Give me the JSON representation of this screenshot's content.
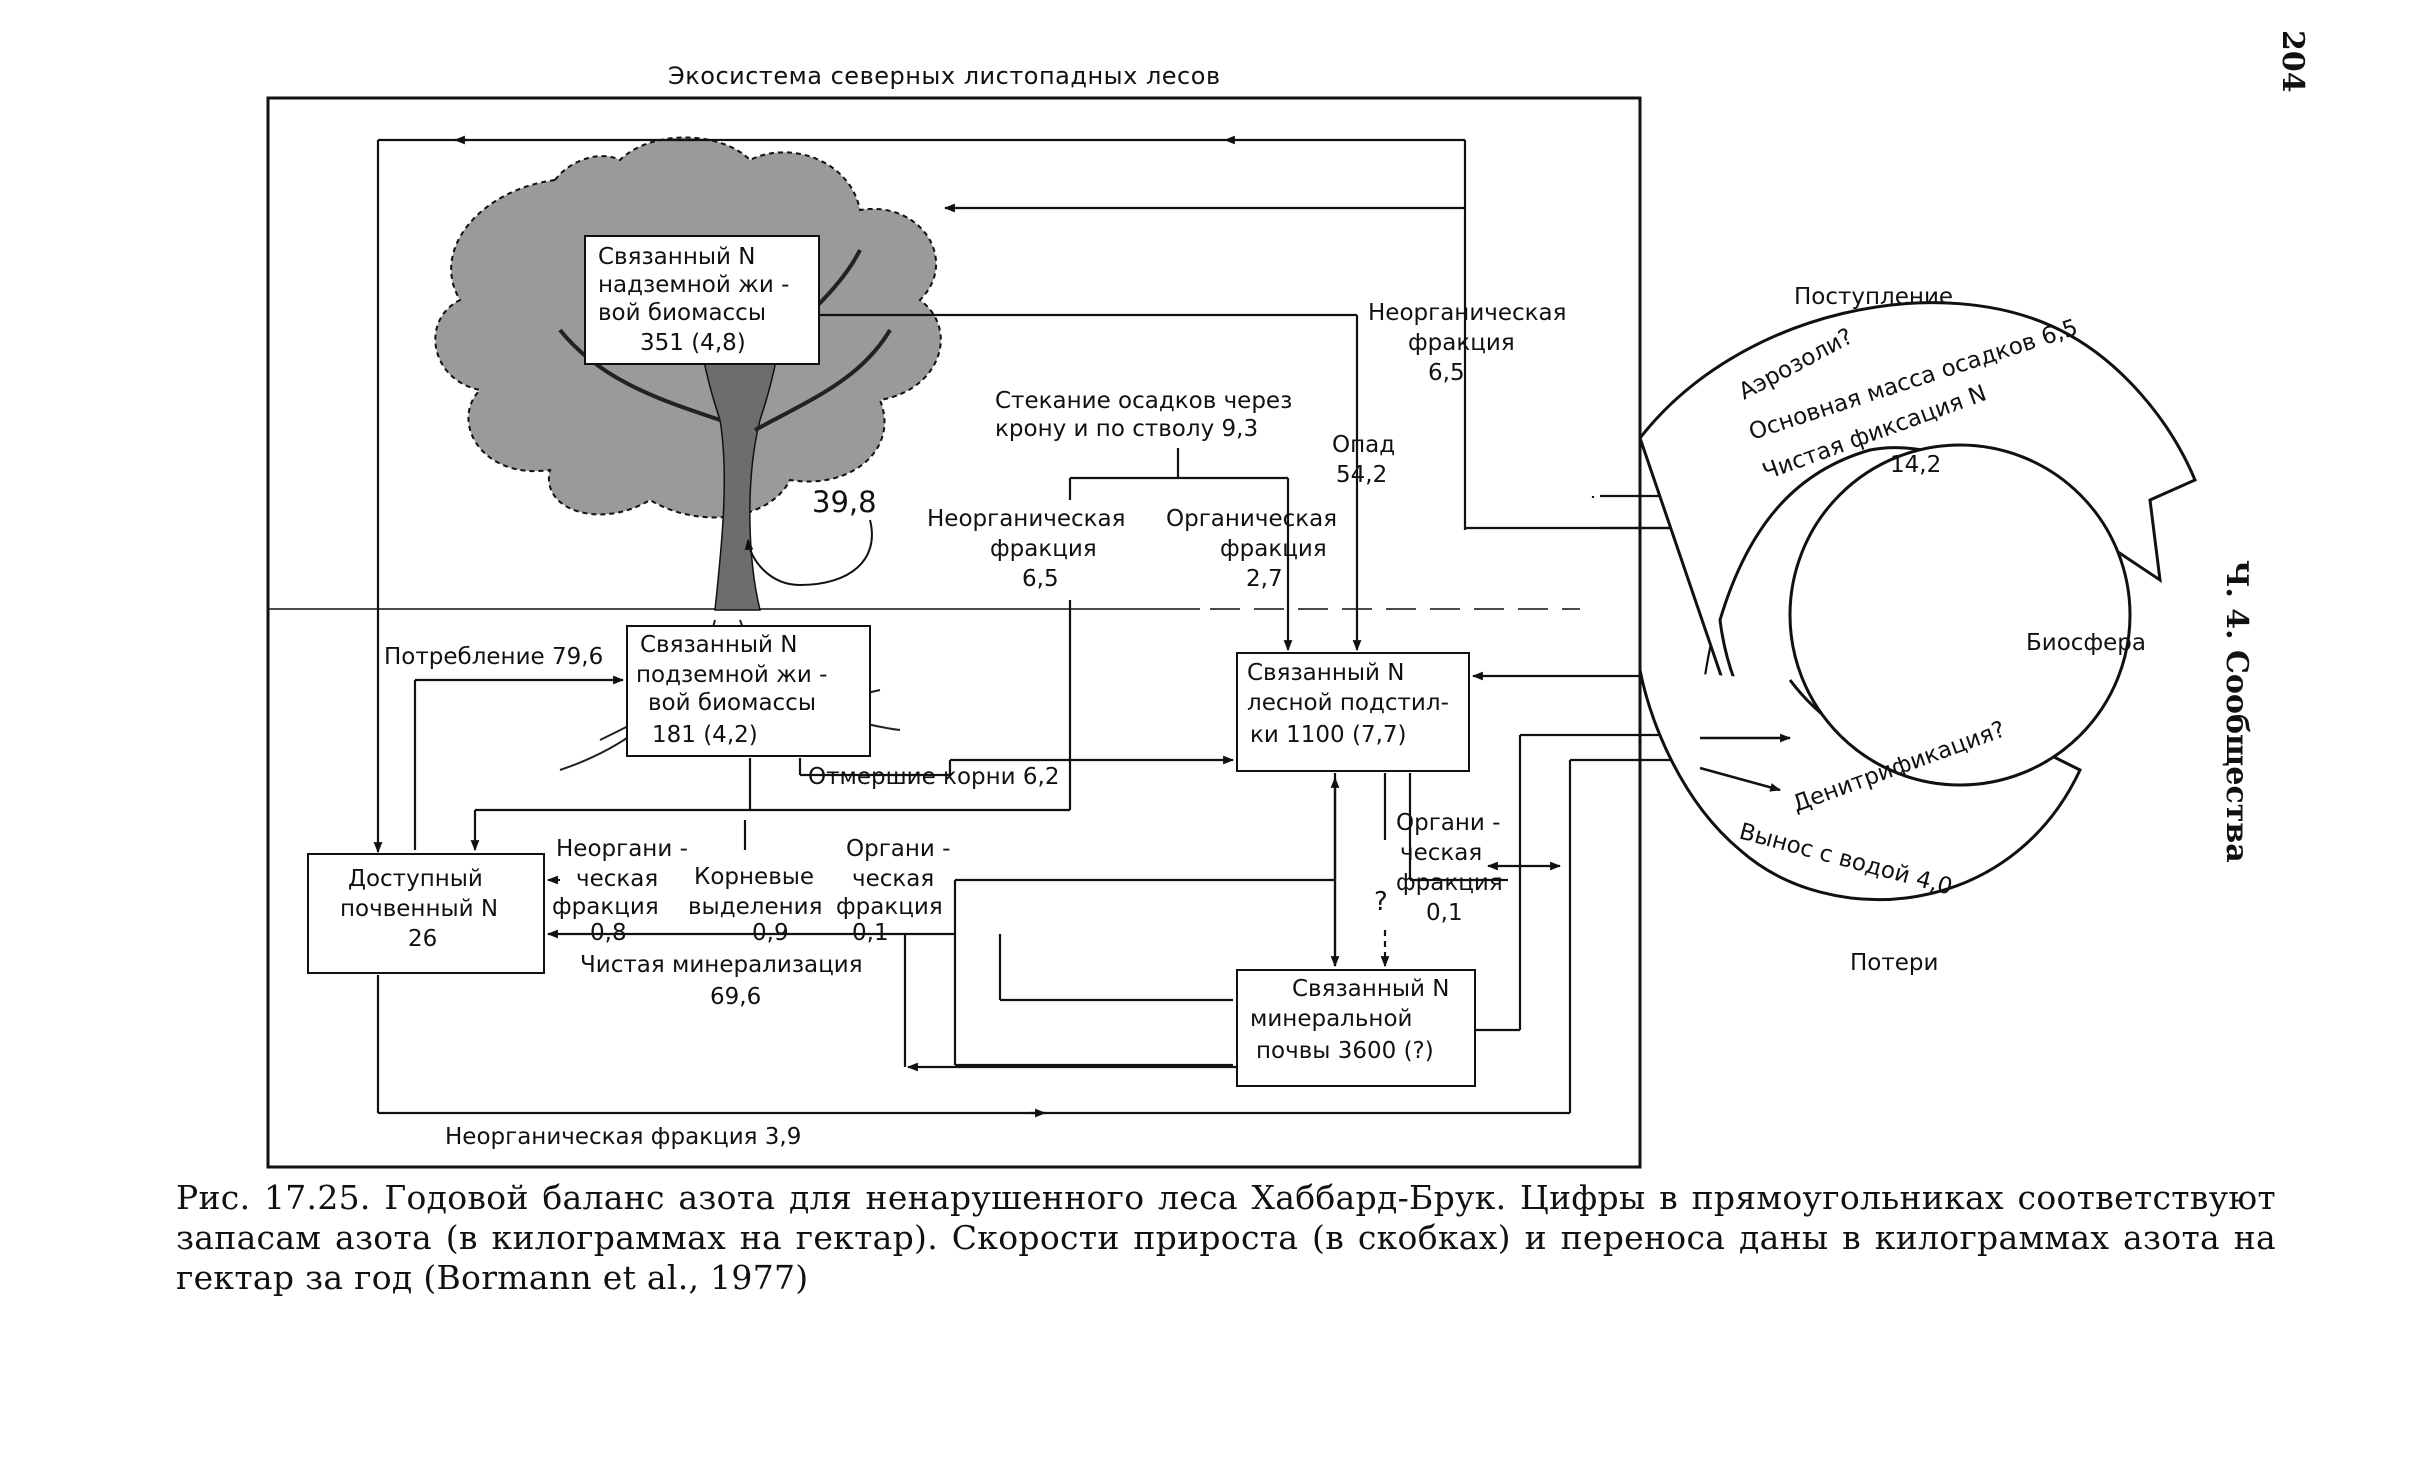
{
  "diagram": {
    "title": "Экосистема северных листопадных лесов",
    "pools": {
      "above": [
        "Связанный N",
        "надземной жи -",
        "вой   биомассы",
        "351 (4,8)"
      ],
      "below": [
        "Связанный N",
        "подземной жи -",
        "вой биомассы",
        "181   (4,2)"
      ],
      "litter": [
        "Связанный N",
        "лесной подстил-",
        "ки 1100 (7,7)"
      ],
      "soil_available": [
        "Доступный",
        "почвенный N",
        "26"
      ],
      "soil_mineral": [
        "Связанный N",
        "минеральной",
        "почвы 3600 (?)"
      ]
    },
    "fluxes": {
      "throughfall": [
        "Стекание  осадков через",
        "крону и по стволу  9,3"
      ],
      "litterfall": [
        "Опад",
        "54,2"
      ],
      "top_inorganic": [
        "Неорганическая",
        "фракция",
        "6,5"
      ],
      "mid_inorganic": [
        "Неорганическая",
        "фракция",
        "6,5"
      ],
      "mid_organic": [
        "Органическая",
        "фракция",
        "2,7"
      ],
      "retranslocation": "39,8",
      "uptake": "Потребление 79,6",
      "dead_roots": "Отмершие корни 6,2",
      "root_inorganic": [
        "Неоргани -",
        "ческая",
        "фракция",
        "0,8"
      ],
      "root_exudates": [
        "Корневые",
        "выделения",
        "0,9"
      ],
      "root_organic": [
        "Органи -",
        "ческая",
        "фракция",
        "0,1"
      ],
      "net_mineralization": [
        "Чистая минерализация",
        "69,6"
      ],
      "litter_organic": [
        "Органи -",
        "ческая",
        "фракция",
        "0,1"
      ],
      "unknown": "?",
      "bottom_inorganic": "Неорганическая фракция  3,9"
    },
    "biosphere": {
      "center": "Биосфера",
      "input_label": "Поступление",
      "input_arc": [
        "Аэрозоли?",
        "Основная масса осадков 6,5",
        "Чистая фиксация N",
        "14,2"
      ],
      "output_label": "Потери",
      "output_arc": [
        "Денитрификация?",
        "Вынос с водой 4,0"
      ]
    }
  },
  "caption": "Рис. 17.25. Годовой баланс азота для ненарушенного леса Хаббард-Брук. Цифры в прямоугольниках соответствуют запасам азота (в килограммах на гектар). Скорости прироста (в скобках) и переноса даны в килограммах азота на гектар за год (Bormann et al., 1977)",
  "page_number": "204",
  "running_head": "Ч. 4. Сообщества"
}
